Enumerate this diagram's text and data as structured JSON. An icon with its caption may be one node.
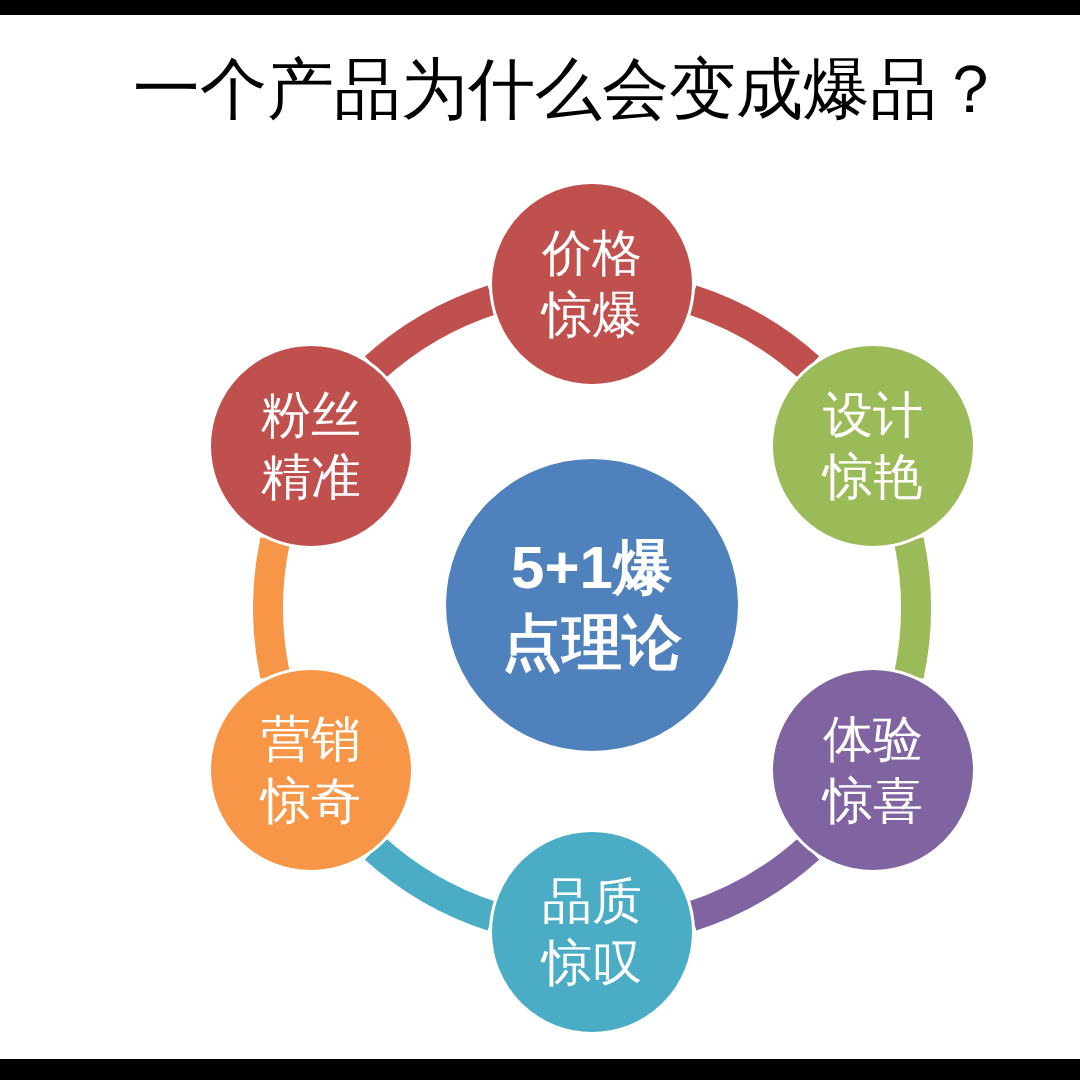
{
  "diagram": {
    "title": "一个产品为什么会变成爆品？",
    "nodes": [
      {
        "text": [
          "价格惊爆"
        ]
      },
      {
        "text": [
          "设计惊艳"
        ]
      },
      {
        "text": [
          "体验惊喜"
        ]
      },
      {
        "text": [
          "品质惊叹"
        ]
      },
      {
        "text": [
          "营销惊奇"
        ]
      },
      {
        "text": [
          "粉丝精准"
        ]
      },
      {
        "text": [
          "5+1爆点理论"
        ]
      }
    ],
    "edges": [
      {
        "from": 0,
        "to": 1,
        "arrow": "none",
        "color": "#c0504d"
      },
      {
        "from": 1,
        "to": 2,
        "arrow": "none",
        "color": "#9bbb59"
      },
      {
        "from": 2,
        "to": 3,
        "arrow": "none",
        "color": "#8064a2"
      },
      {
        "from": 3,
        "to": 4,
        "arrow": "none",
        "color": "#4bacc6"
      },
      {
        "from": 4,
        "to": 5,
        "arrow": "none",
        "color": "#f79646"
      },
      {
        "from": 5,
        "to": 0,
        "arrow": "none",
        "color": "#c0504d"
      }
    ]
  }
}
